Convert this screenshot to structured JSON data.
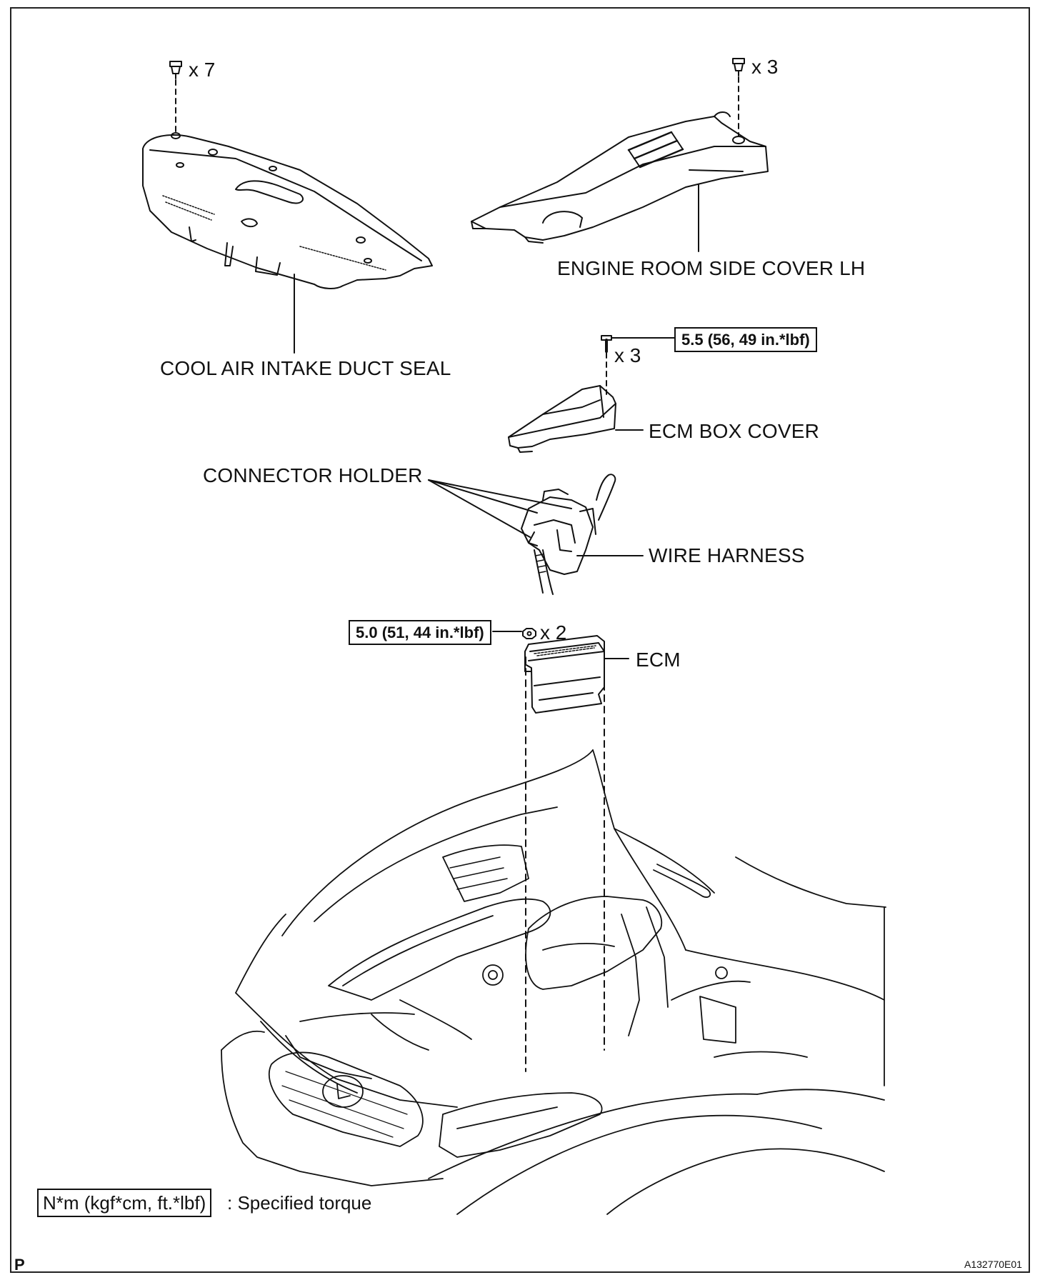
{
  "labels": {
    "cool_air_intake_duct_seal": "COOL AIR INTAKE DUCT SEAL",
    "engine_room_side_cover_lh": "ENGINE ROOM SIDE COVER LH",
    "ecm_box_cover": "ECM BOX COVER",
    "connector_holder": "CONNECTOR HOLDER",
    "wire_harness": "WIRE HARNESS",
    "ecm": "ECM"
  },
  "quantities": {
    "duct_seal_clips": "x 7",
    "side_cover_clips": "x 3",
    "ecm_box_cover_bolts": "x 3",
    "ecm_nuts": "x 2"
  },
  "torques": {
    "ecm_box_cover": "5.5 (56, 49 in.*lbf)",
    "ecm": "5.0 (51, 44 in.*lbf)"
  },
  "legend": {
    "unit_box": "N*m (kgf*cm, ft.*lbf)",
    "description": ": Specified torque"
  },
  "corner_mark": "P",
  "figure_code": "A132770E01",
  "icons": [
    "clip-icon",
    "bolt-icon",
    "nut-icon"
  ]
}
